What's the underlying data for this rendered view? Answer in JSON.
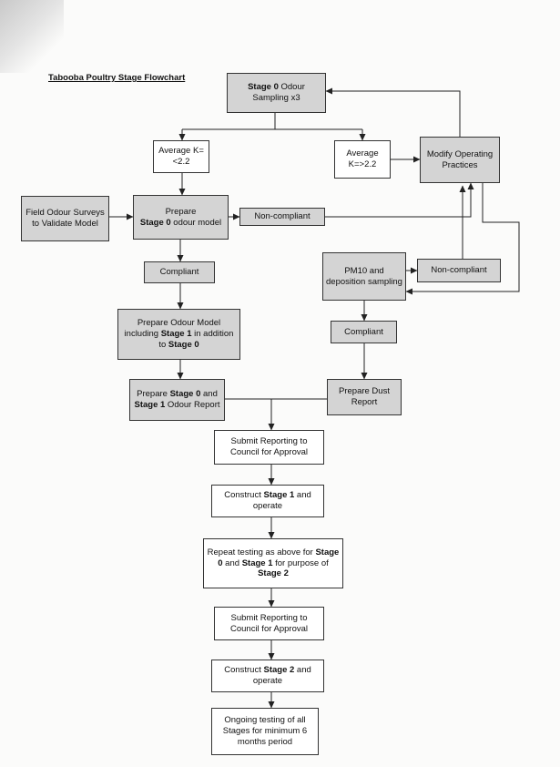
{
  "title": "Tabooba Poultry Stage Flowchart",
  "nodes": {
    "stage0_sampling": {
      "bold": "Stage 0",
      "text": " Odour Sampling x3"
    },
    "avg_low": "Average K=<2.2",
    "avg_high": "Average K=>2.2",
    "modify": "Modify Operating Practices",
    "field_surveys": "Field Odour Surveys to Validate Model",
    "prepare_model": {
      "pre": "Prepare ",
      "bold": "Stage 0",
      "post": " odour model"
    },
    "noncompliant_odour": "Non-compliant",
    "pm10": "PM10 and deposition sampling",
    "noncompliant_dust": "Non-compliant",
    "compliant_odour": "Compliant",
    "compliant_dust": "Compliant",
    "prepare_stage1_model": {
      "pre": "Prepare Odour Model including ",
      "bold1": "Stage 1",
      "mid": " in addition to ",
      "bold2": "Stage 0"
    },
    "odour_report": {
      "pre": "Prepare ",
      "bold1": "Stage 0",
      "mid": " and ",
      "bold2": "Stage 1",
      "post": " Odour Report"
    },
    "dust_report": "Prepare Dust Report",
    "submit1": "Submit Reporting to Council for Approval",
    "construct1": {
      "pre": "Construct ",
      "bold": "Stage 1",
      "post": " and operate"
    },
    "repeat": {
      "pre": "Repeat testing as above for ",
      "bold1": "Stage 0",
      "mid": " and ",
      "bold2": "Stage 1",
      "mid2": " for purpose of ",
      "bold3": "Stage 2"
    },
    "submit2": "Submit Reporting to Council for Approval",
    "construct2": {
      "pre": "Construct ",
      "bold": "Stage 2",
      "post": " and operate"
    },
    "ongoing": "Ongoing testing of all Stages for minimum 6 months period"
  }
}
